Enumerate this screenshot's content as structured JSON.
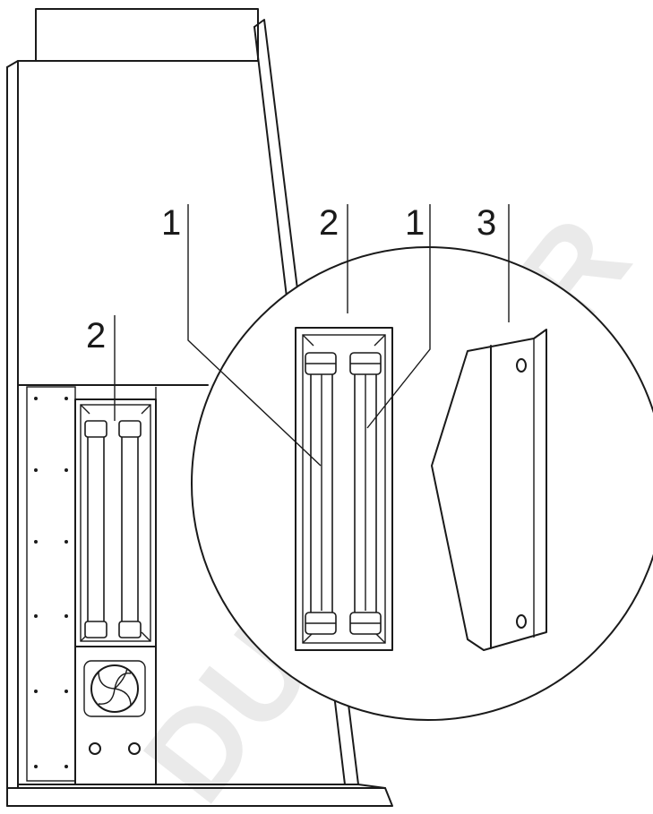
{
  "callouts": {
    "lamp_left": "1",
    "lamp_right": "1",
    "lamp_housing_detail": "2",
    "lamp_housing_unit": "2",
    "cover_plate": "3"
  },
  "watermark": "DUTSCHER"
}
